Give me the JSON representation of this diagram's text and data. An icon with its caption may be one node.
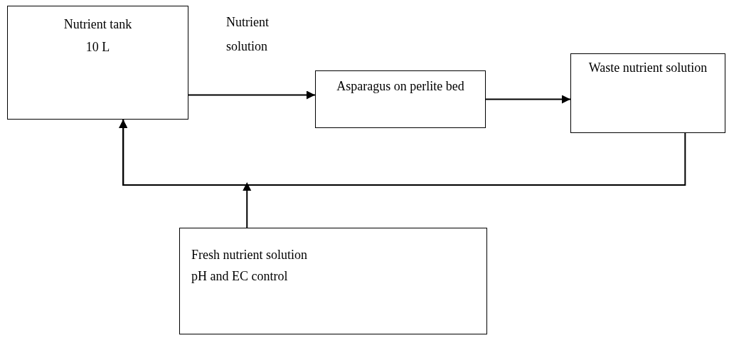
{
  "diagram": {
    "nodes": [
      {
        "text": [
          "Nutrient tank",
          "10 L"
        ]
      },
      {
        "text": [
          "Asparagus on perlite bed"
        ]
      },
      {
        "text": [
          "Waste nutrient solution"
        ]
      },
      {
        "text": [
          "Fresh nutrient solution",
          "pH and EC control"
        ]
      }
    ],
    "edges": [
      {
        "from": 0,
        "to": 1,
        "arrow": "to",
        "label": "Nutrient solution"
      },
      {
        "from": 1,
        "to": 2,
        "arrow": "to"
      },
      {
        "from": 2,
        "to": 0,
        "arrow": "to"
      },
      {
        "from": 3,
        "to": 0,
        "arrow": "to"
      }
    ]
  }
}
